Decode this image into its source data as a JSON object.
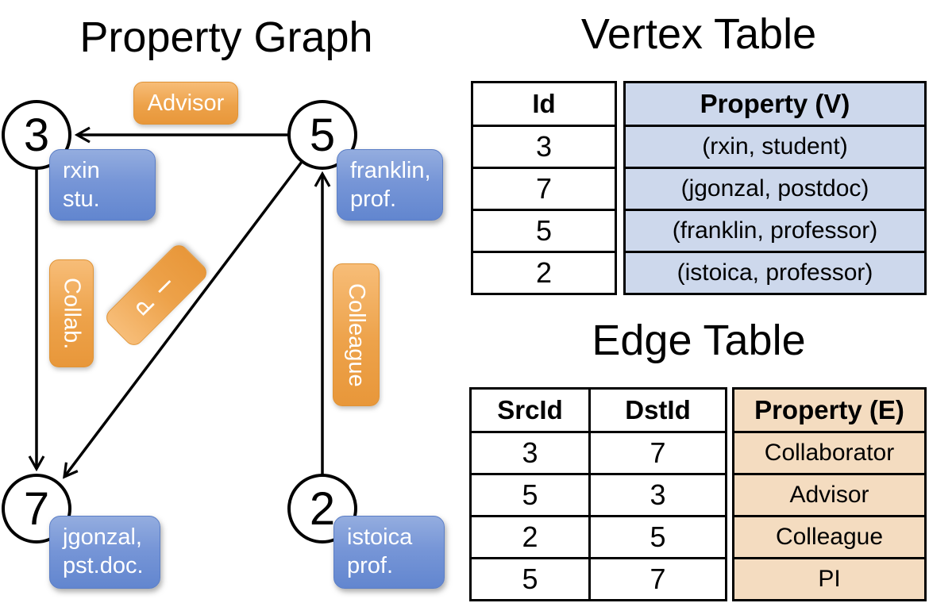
{
  "graph": {
    "title": "Property Graph",
    "nodes": [
      {
        "id": "3",
        "label_lines": [
          "rxin",
          "stu."
        ]
      },
      {
        "id": "5",
        "label_lines": [
          "franklin,",
          "prof."
        ]
      },
      {
        "id": "7",
        "label_lines": [
          "jgonzal,",
          "pst.doc."
        ]
      },
      {
        "id": "2",
        "label_lines": [
          "istoica",
          "prof."
        ]
      }
    ],
    "edge_labels": {
      "advisor": "Advisor",
      "collab": "Collab.",
      "pi": "PI",
      "colleague": "Colleague"
    }
  },
  "vertex_table": {
    "title": "Vertex Table",
    "columns": [
      "Id",
      "Property (V)"
    ],
    "rows": [
      [
        "3",
        "(rxin, student)"
      ],
      [
        "7",
        "(jgonzal, postdoc)"
      ],
      [
        "5",
        "(franklin, professor)"
      ],
      [
        "2",
        "(istoica, professor)"
      ]
    ]
  },
  "edge_table": {
    "title": "Edge Table",
    "columns": [
      "SrcId",
      "DstId",
      "Property (E)"
    ],
    "rows": [
      [
        "3",
        "7",
        "Collaborator"
      ],
      [
        "5",
        "3",
        "Advisor"
      ],
      [
        "2",
        "5",
        "Colleague"
      ],
      [
        "5",
        "7",
        "PI"
      ]
    ]
  },
  "colors": {
    "edge_label_orange": "#eda24a",
    "property_box_blue": "#7796d7",
    "vertex_cell_bg": "#cdd8ec",
    "edge_cell_bg": "#f4dcc0",
    "line_color": "#000000",
    "node_fill": "#ffffff"
  }
}
